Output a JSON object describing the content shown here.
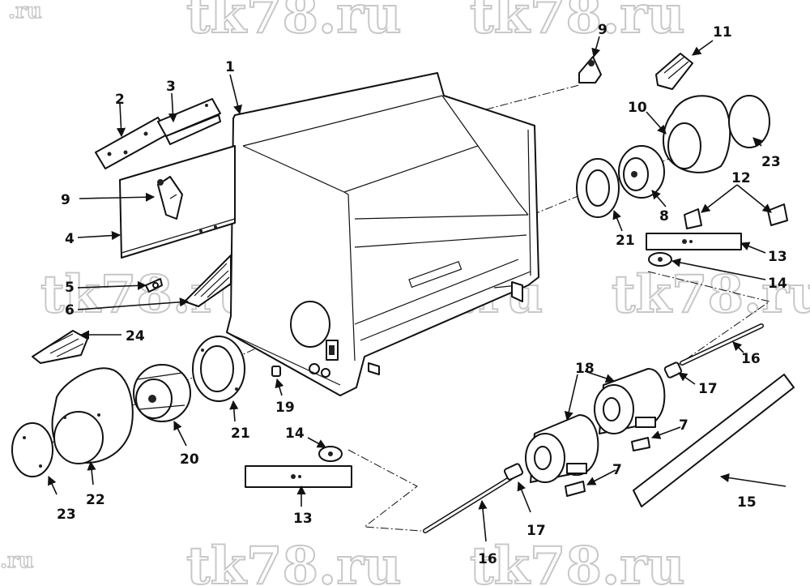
{
  "watermark": {
    "domain": "tk78.ru",
    "small": ".ru"
  },
  "callouts": {
    "c1": "1",
    "c2": "2",
    "c3": "3",
    "c4": "4",
    "c5": "5",
    "c6": "6",
    "c7a": "7",
    "c7b": "7",
    "c8": "8",
    "c9a": "9",
    "c9b": "9",
    "c10": "10",
    "c11": "11",
    "c12": "12",
    "c13a": "13",
    "c13b": "13",
    "c14a": "14",
    "c14b": "14",
    "c15": "15",
    "c16a": "16",
    "c16b": "16",
    "c17a": "17",
    "c17b": "17",
    "c18": "18",
    "c19": "19",
    "c20": "20",
    "c21a": "21",
    "c21b": "21",
    "c22": "22",
    "c23a": "23",
    "c23b": "23",
    "c24": "24"
  }
}
